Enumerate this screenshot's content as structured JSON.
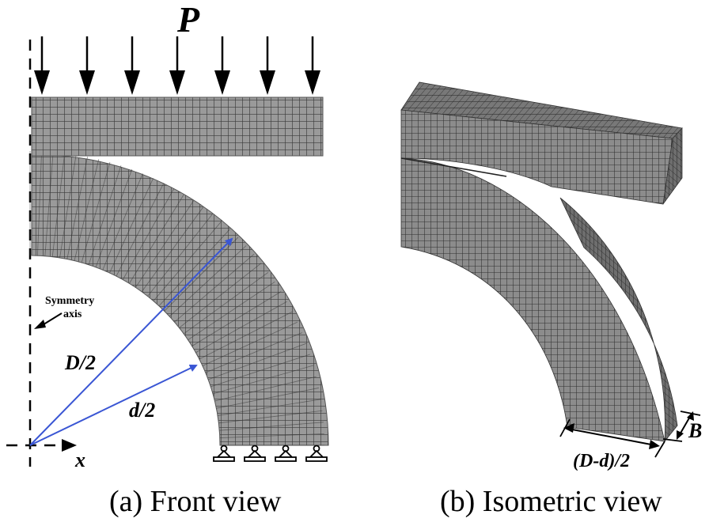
{
  "figure": {
    "front_view": {
      "caption": "(a) Front view",
      "load_label": "P",
      "load_arrow_count": 7,
      "symmetry_label_line1": "Symmetry",
      "symmetry_label_line2": "axis",
      "outer_radius_label": "D/2",
      "inner_radius_label": "d/2",
      "axis_label": "x",
      "support_count": 4
    },
    "isometric_view": {
      "caption": "(b) Isometric view",
      "width_dimension_label": "(D-d)/2",
      "thickness_dimension_label": "B"
    },
    "colors": {
      "mesh_fill": "#9a9a9a",
      "mesh_line": "#333333",
      "iso_front": "#8f8f8f",
      "iso_top": "#7a7a7a",
      "iso_side": "#6e6e6e",
      "radius_arrow": "#3a56d4",
      "ink": "#000000"
    }
  }
}
